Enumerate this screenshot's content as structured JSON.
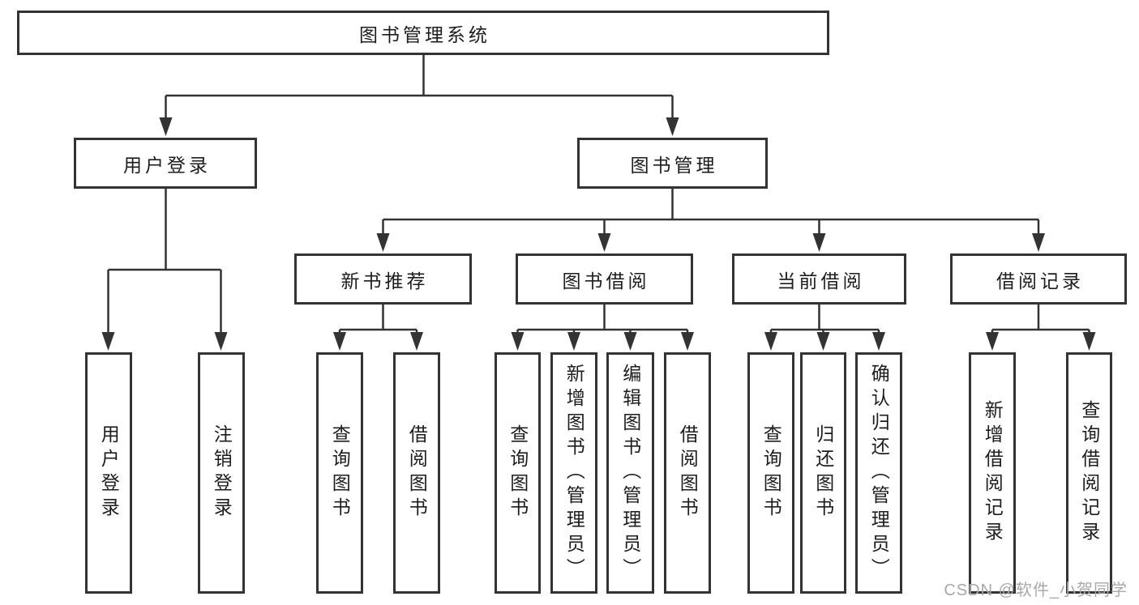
{
  "tree": {
    "label": "图书管理系统",
    "children": [
      {
        "label": "用户登录",
        "children": [
          {
            "label": "用户登录"
          },
          {
            "label": "注销登录"
          }
        ]
      },
      {
        "label": "图书管理",
        "children": [
          {
            "label": "新书推荐",
            "children": [
              {
                "label": "查询图书"
              },
              {
                "label": "借阅图书"
              }
            ]
          },
          {
            "label": "图书借阅",
            "children": [
              {
                "label": "查询图书"
              },
              {
                "label": "新增图书（管理员）"
              },
              {
                "label": "编辑图书（管理员）"
              },
              {
                "label": "借阅图书"
              }
            ]
          },
          {
            "label": "当前借阅",
            "children": [
              {
                "label": "查询图书"
              },
              {
                "label": "归还图书"
              },
              {
                "label": "确认归还（管理员）"
              }
            ]
          },
          {
            "label": "借阅记录",
            "children": [
              {
                "label": "新增借阅记录"
              },
              {
                "label": "查询借阅记录"
              }
            ]
          }
        ]
      }
    ]
  },
  "watermark": {
    "text": "CSDN @软件_小贺同学"
  },
  "colors": {
    "line": "#333333",
    "box_border": "#333333",
    "box_fill": "#ffffff",
    "text": "#1d1d1d",
    "watermark": "#a8a8a8",
    "background": "#ffffff"
  }
}
